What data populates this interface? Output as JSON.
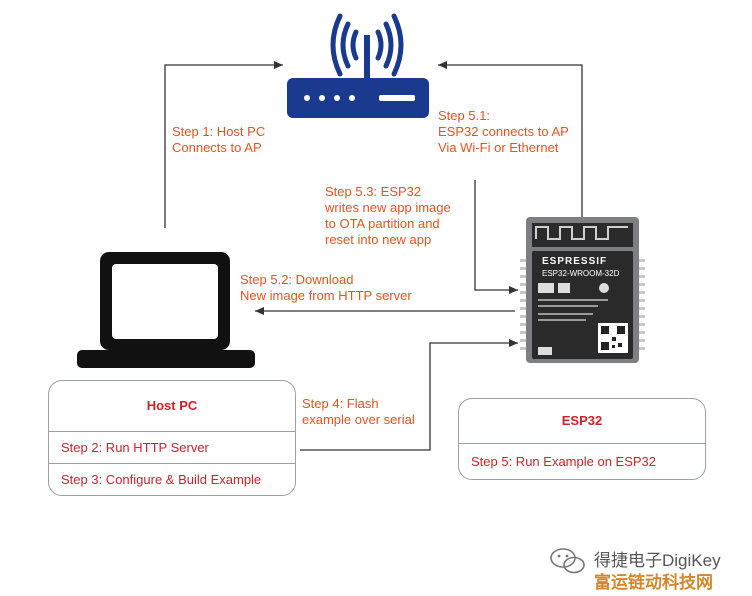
{
  "steps": {
    "step1": "Step 1: Host PC\nConnects to AP",
    "step51": "Step 5.1:\nESP32 connects to AP\nVia Wi-Fi or Ethernet",
    "step53": "Step 5.3: ESP32\nwrites new app image\nto OTA partition and\nreset into new app",
    "step52": "Step 5.2:  Download\nNew image from HTTP server",
    "step4": "Step 4: Flash\nexample over serial"
  },
  "host_box": {
    "title": "Host PC",
    "row1": "Step 2: Run HTTP Server",
    "row2": "Step 3: Configure & Build Example"
  },
  "esp_box": {
    "title": "ESP32",
    "row1": "Step 5: Run Example on ESP32"
  },
  "chip": {
    "brand": "ESPRESSIF",
    "model": "ESP32-WROOM-32D"
  },
  "watermark": {
    "line1": "得捷电子DigiKey",
    "line2": "富运链动科技网"
  },
  "colors": {
    "router": "#1a3a8f",
    "step_text": "#e8531d",
    "box_text": "#d3202a"
  },
  "icons": [
    "router-icon",
    "wifi-signal-icon",
    "laptop-icon",
    "esp32-module-icon",
    "wechat-icon"
  ]
}
